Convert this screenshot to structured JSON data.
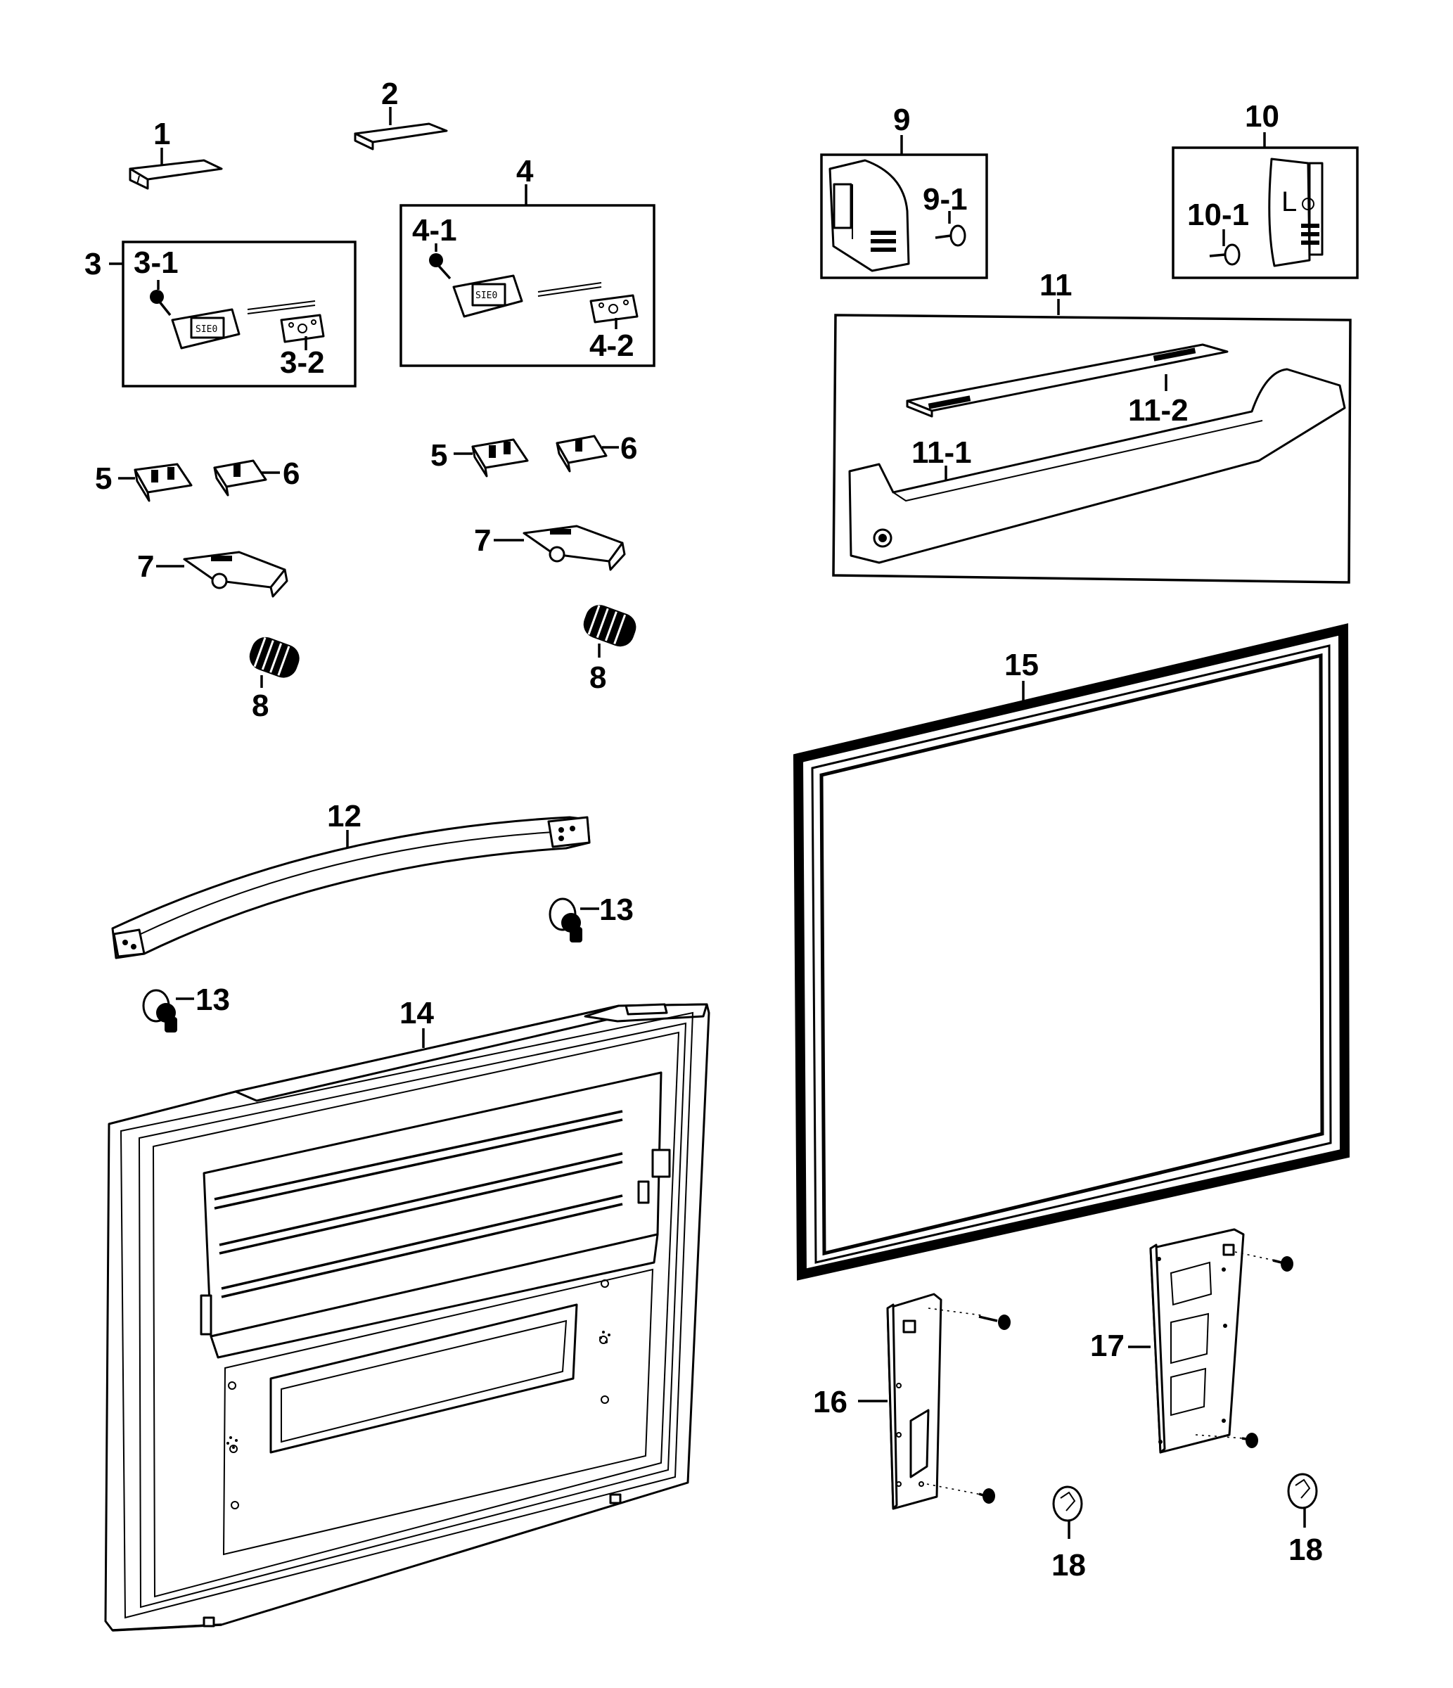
{
  "callouts": {
    "p1": "1",
    "p2": "2",
    "p3": "3",
    "p3_1": "3-1",
    "p3_2": "3-2",
    "p4": "4",
    "p4_1": "4-1",
    "p4_2": "4-2",
    "p5_left": "5",
    "p5_right": "5",
    "p6_left": "6",
    "p6_right": "6",
    "p7_left": "7",
    "p7_right": "7",
    "p8_left": "8",
    "p8_right": "8",
    "p9": "9",
    "p9_1": "9-1",
    "p10": "10",
    "p10_1": "10-1",
    "p10_panel_mark": "L",
    "p11": "11",
    "p11_1": "11-1",
    "p11_2": "11-2",
    "p12": "12",
    "p13_left": "13",
    "p13_right": "13",
    "p14": "14",
    "p15": "15",
    "p16": "16",
    "p17": "17",
    "p18_left": "18",
    "p18_right": "18"
  },
  "colors": {
    "ink": "#000000",
    "paper": "#ffffff"
  }
}
